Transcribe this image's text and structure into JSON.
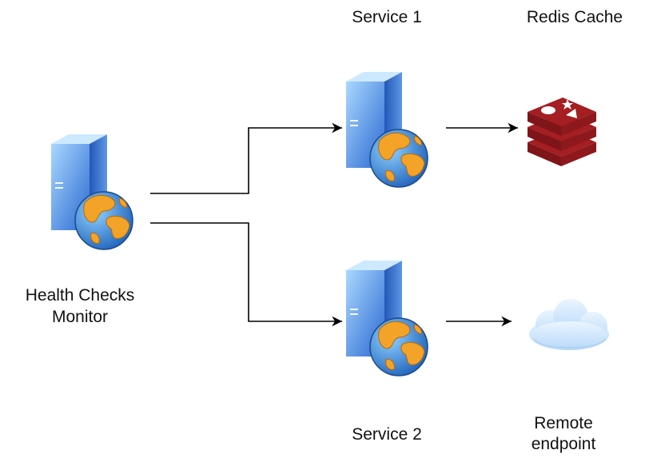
{
  "nodes": {
    "monitor": {
      "label_line1": "Health Checks",
      "label_line2": "Monitor",
      "icon": "web-server-icon"
    },
    "service1": {
      "label": "Service 1",
      "icon": "web-server-icon"
    },
    "service2": {
      "label": "Service 2",
      "icon": "web-server-icon"
    },
    "redis": {
      "label": "Redis Cache",
      "icon": "redis-icon"
    },
    "remote": {
      "label_line1": "Remote",
      "label_line2": "endpoint",
      "icon": "cloud-icon"
    }
  },
  "edges": [
    {
      "from": "monitor",
      "to": "service1"
    },
    {
      "from": "monitor",
      "to": "service2"
    },
    {
      "from": "service1",
      "to": "redis"
    },
    {
      "from": "service2",
      "to": "remote"
    }
  ],
  "colors": {
    "server_light": "#9fd2ff",
    "server_dark": "#2f6fd6",
    "globe_ocean": "#2f7fd0",
    "globe_land": "#f3a428",
    "redis_red": "#c8262a",
    "cloud": "#cfe5fb",
    "line": "#000000"
  }
}
